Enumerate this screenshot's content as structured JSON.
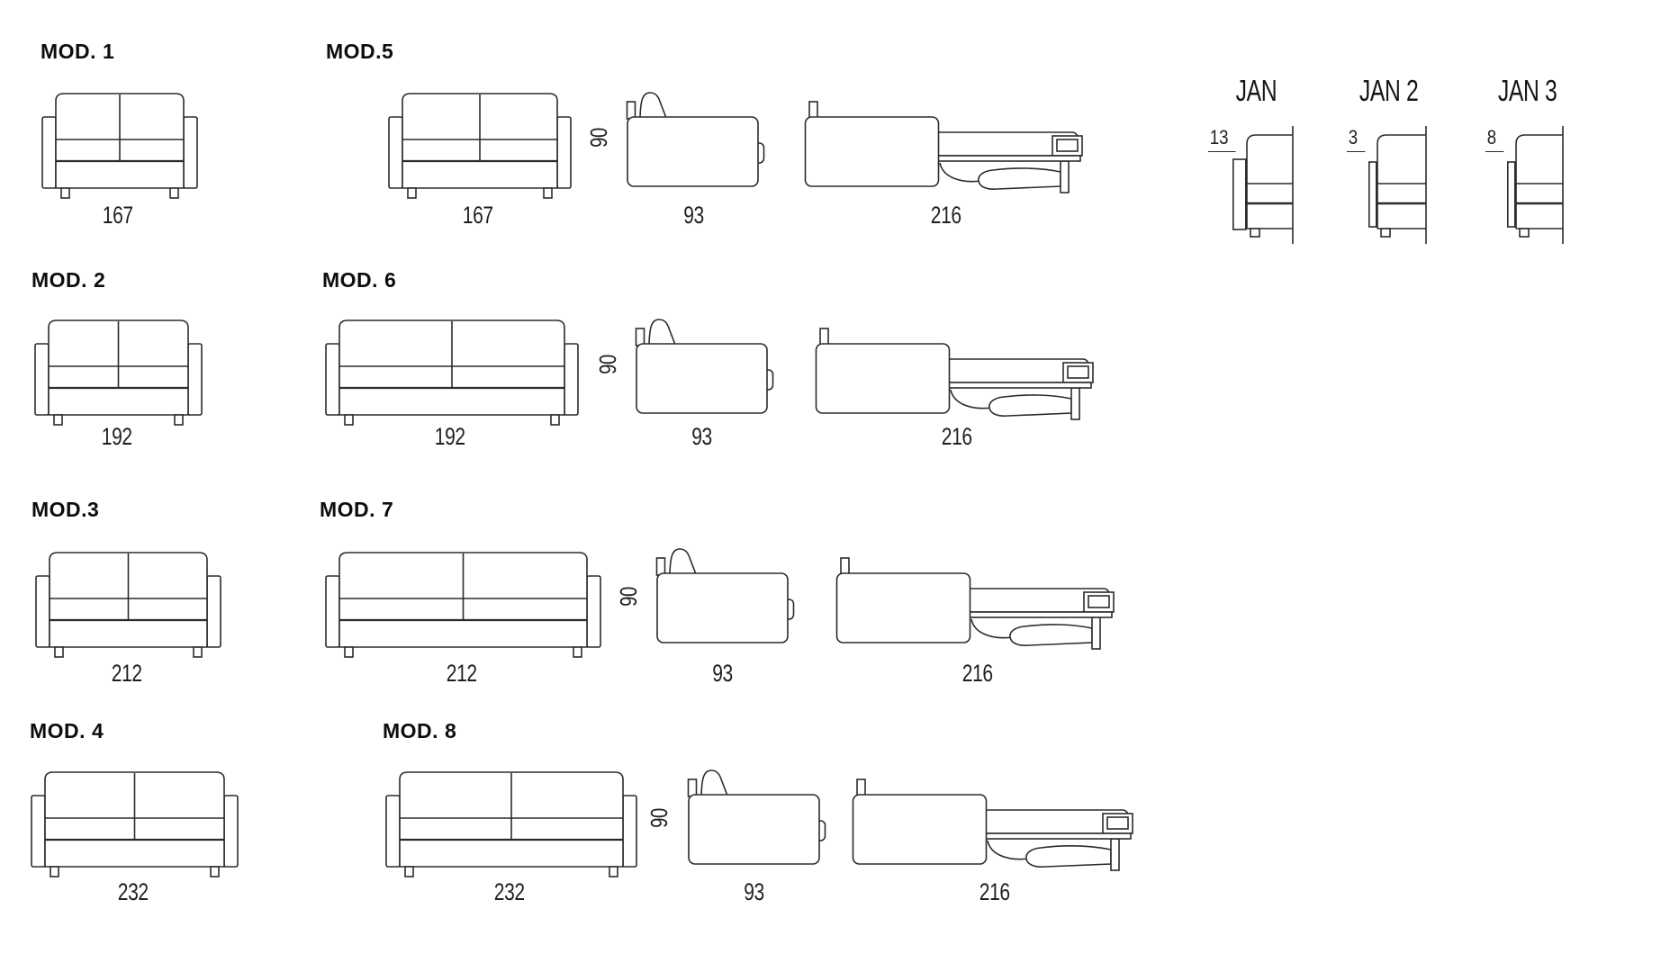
{
  "page": {
    "background": "#ffffff",
    "line_color": "#2b2b2b",
    "text_color": "#1f1f1f"
  },
  "models_closed": [
    {
      "name": "MOD. 1",
      "width": "167"
    },
    {
      "name": "MOD. 2",
      "width": "192"
    },
    {
      "name": "MOD.3",
      "width": "212"
    },
    {
      "name": "MOD. 4",
      "width": "232"
    }
  ],
  "models_sofabed": [
    {
      "name": "MOD.5",
      "width": "167",
      "height": "90",
      "depth": "93",
      "open_length": "216"
    },
    {
      "name": "MOD. 6",
      "width": "192",
      "height": "90",
      "depth": "93",
      "open_length": "216"
    },
    {
      "name": "MOD. 7",
      "width": "212",
      "height": "90",
      "depth": "93",
      "open_length": "216"
    },
    {
      "name": "MOD. 8",
      "width": "232",
      "height": "90",
      "depth": "93",
      "open_length": "216"
    }
  ],
  "armrest_variants": [
    {
      "name": "JAN",
      "dim": "13"
    },
    {
      "name": "JAN 2",
      "dim": "3"
    },
    {
      "name": "JAN 3",
      "dim": "8"
    }
  ]
}
